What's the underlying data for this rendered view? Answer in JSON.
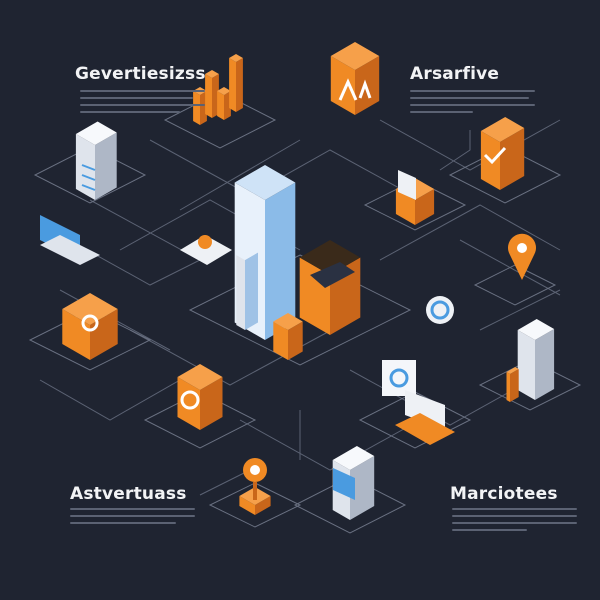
{
  "sections": [
    {
      "heading": "Gevertiesizss"
    },
    {
      "heading": "Arsarfive"
    },
    {
      "heading": "Astvertuass"
    },
    {
      "heading": "Marciotees"
    }
  ],
  "colors": {
    "background": "#1f2431",
    "accent_orange": "#f08a24",
    "accent_blue": "#4a9be0",
    "server_white": "#e8ecf2",
    "line_gray": "#5b6273"
  },
  "icons": [
    "bar-chart-icon",
    "cube-logo-icon",
    "checkbox-box-icon",
    "server-icon",
    "laptop-icon",
    "refresh-card-icon",
    "data-tower-icon",
    "open-box-icon",
    "location-pin-icon",
    "circle-link-icon",
    "monitor-icon",
    "document-server-icon"
  ]
}
